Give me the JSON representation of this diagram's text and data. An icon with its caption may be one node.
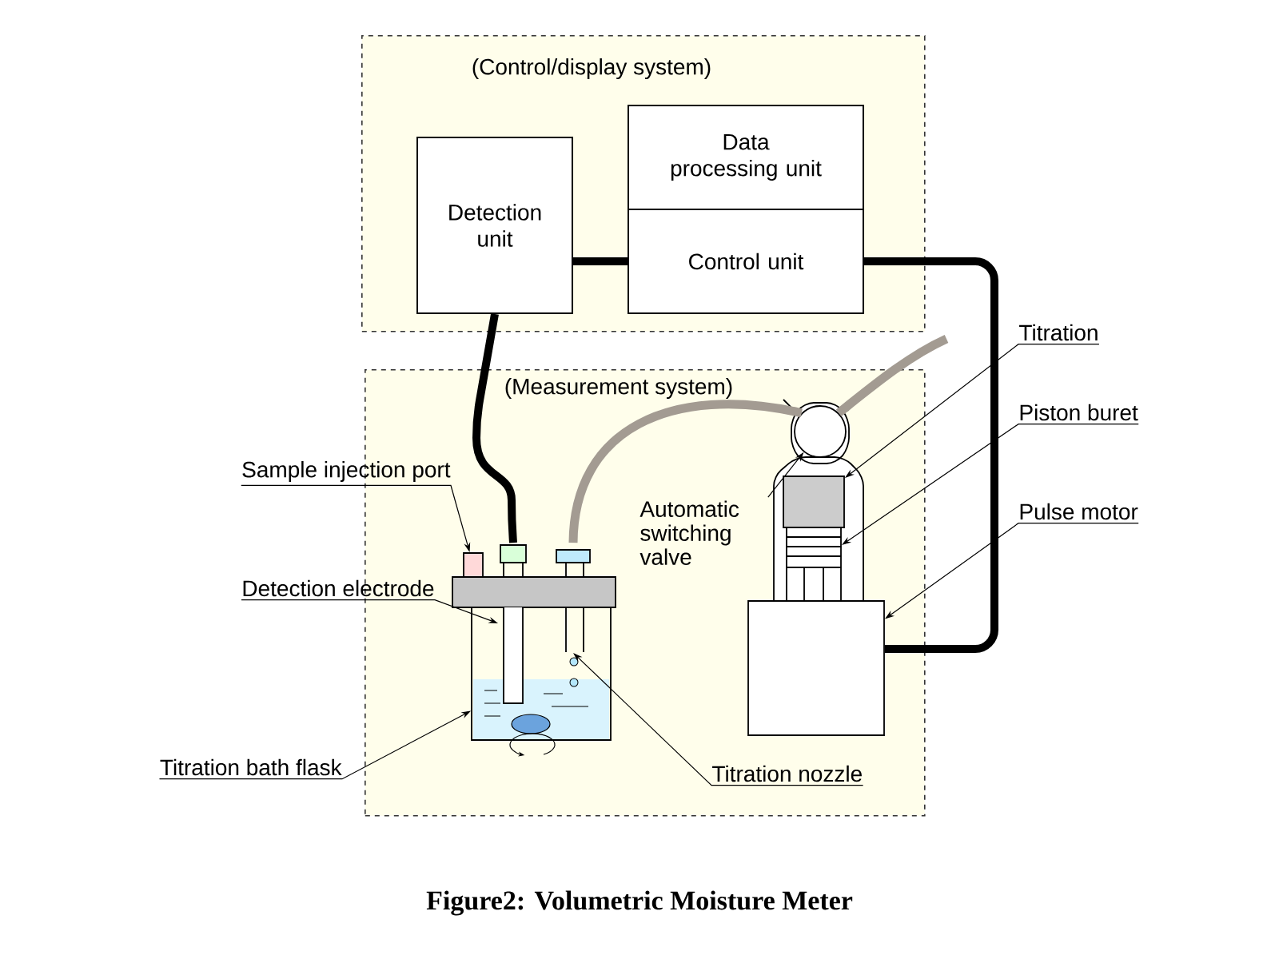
{
  "diagram": {
    "caption": "Figure2: Volumetric Moisture Meter",
    "nodes": [
      {
        "text": [
          "(Control/display system)"
        ]
      },
      {
        "text": [
          "Detection unit"
        ],
        "in": 0
      },
      {
        "text": [
          "Data processing unit"
        ],
        "in": 0
      },
      {
        "text": [
          "Control unit"
        ],
        "in": 0
      },
      {
        "text": [
          "(Measurement system)"
        ]
      },
      {
        "text": [
          "Titration"
        ]
      },
      {
        "text": [
          "Piston buret"
        ]
      },
      {
        "text": [
          "Pulse motor"
        ]
      },
      {
        "text": [
          "Sample injection port"
        ]
      },
      {
        "text": [
          "Detection electrode"
        ]
      },
      {
        "text": [
          "Titration bath flask"
        ]
      },
      {
        "text": [
          "Titration nozzle"
        ],
        "in": 4
      },
      {
        "text": [
          "Automatic switching valve"
        ],
        "in": 4
      },
      {
        "text": [],
        "shape": "circle",
        "in": 4
      },
      {
        "text": [],
        "shape": "box",
        "in": 4
      },
      {
        "text": [],
        "shape": "box",
        "in": 4
      },
      {
        "text": [],
        "shape": "box",
        "in": 4
      },
      {
        "text": [],
        "shape": "box",
        "in": 4
      },
      {
        "text": [],
        "shape": "box",
        "in": 4
      },
      {
        "text": [],
        "shape": "tube",
        "in": 4
      },
      {
        "text": [],
        "shape": "tube",
        "in": 4
      }
    ],
    "edges": [
      {
        "from": 1,
        "to": 3,
        "arrow": "none",
        "style": "thick"
      },
      {
        "from": 3,
        "to": 16,
        "arrow": "none",
        "style": "thick"
      },
      {
        "from": 1,
        "to": 19,
        "arrow": "none",
        "style": "thick"
      },
      {
        "from": 20,
        "to": 13,
        "arrow": "none",
        "style": "thick",
        "color": "#a39b92"
      },
      {
        "from": 13,
        "to": null,
        "arrow": "none",
        "style": "thick",
        "color": "#a39b92"
      },
      {
        "from": 5,
        "to": 14,
        "arrow": "to"
      },
      {
        "from": 6,
        "to": 15,
        "arrow": "to"
      },
      {
        "from": 7,
        "to": 16,
        "arrow": "to"
      },
      {
        "from": 8,
        "to": 17,
        "arrow": "to"
      },
      {
        "from": 9,
        "to": 19,
        "arrow": "to"
      },
      {
        "from": 10,
        "to": 18,
        "arrow": "to"
      },
      {
        "from": 11,
        "to": 20,
        "arrow": "to"
      },
      {
        "from": 12,
        "to": 13,
        "arrow": "to"
      }
    ]
  }
}
